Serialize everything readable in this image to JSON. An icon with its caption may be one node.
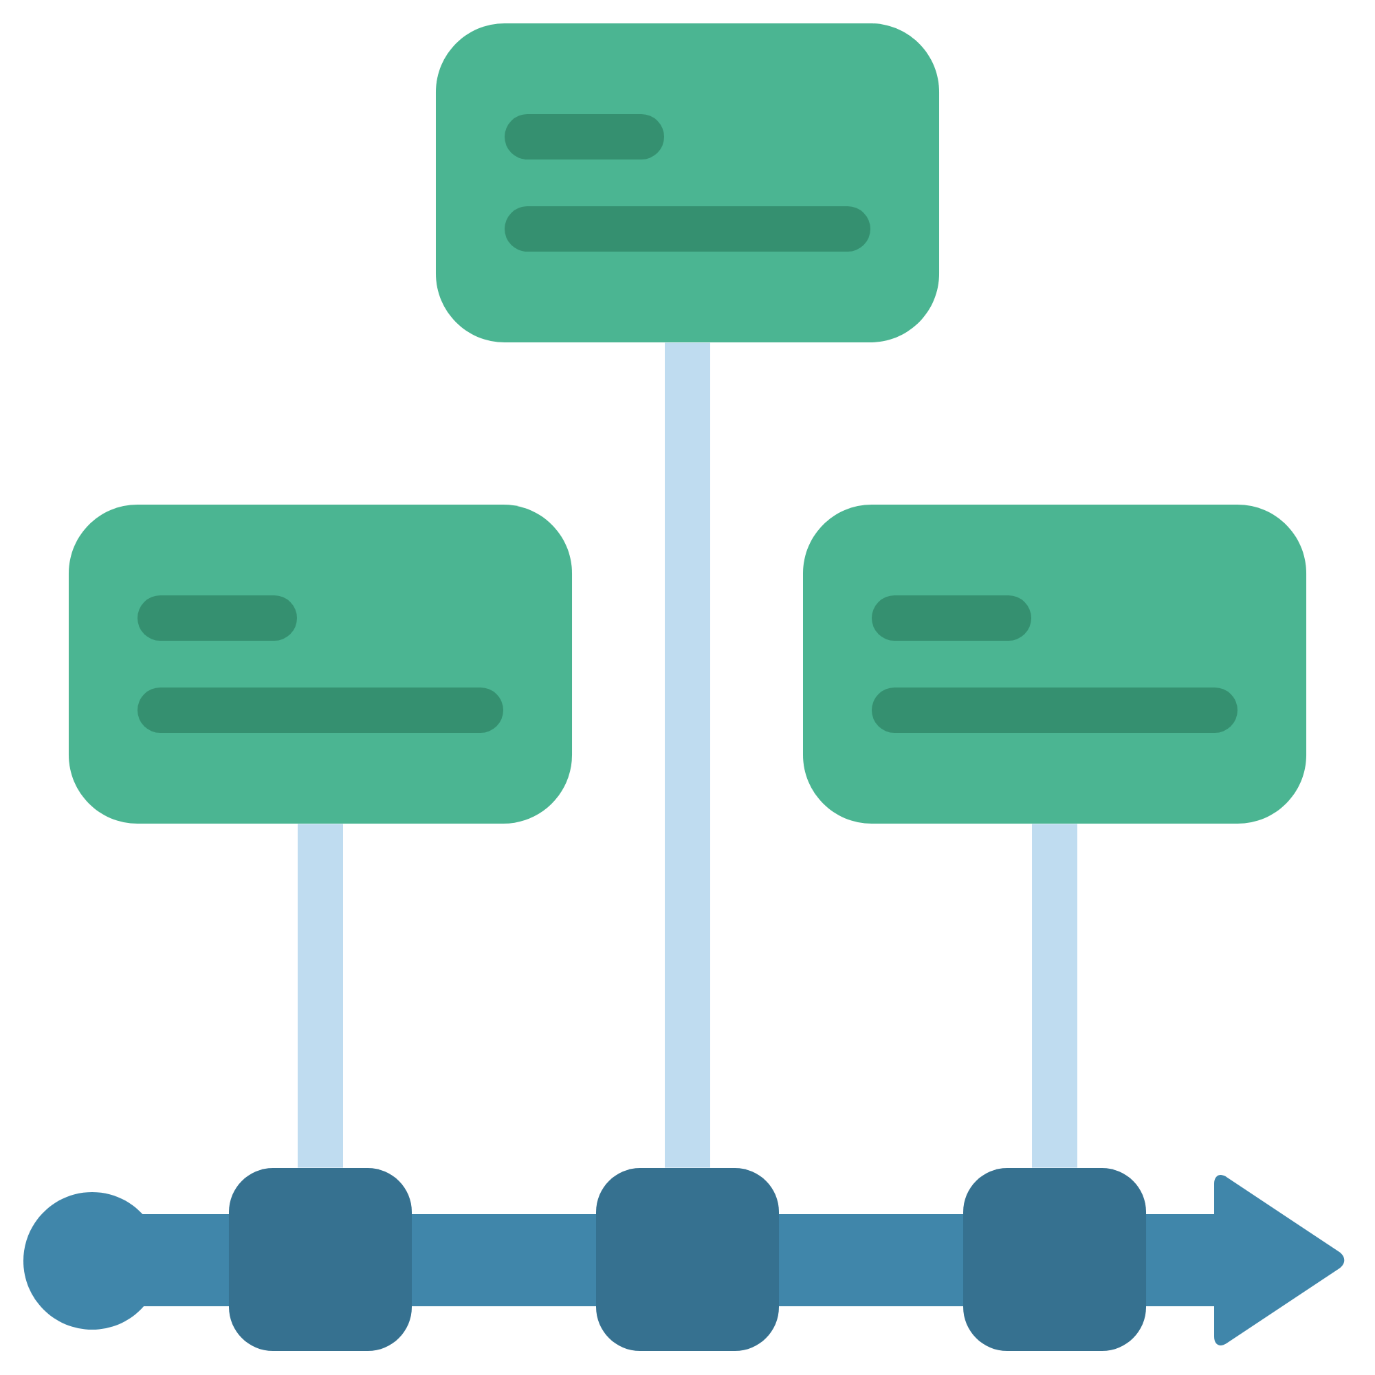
{
  "diagram": {
    "nodes": [
      {
        "text": [],
        "shape": "box"
      },
      {
        "text": [],
        "shape": "box"
      },
      {
        "text": [],
        "shape": "box"
      },
      {
        "text": [],
        "shape": "box"
      },
      {
        "text": [],
        "shape": "box"
      },
      {
        "text": [],
        "shape": "box"
      }
    ],
    "edges": [
      {
        "from": 0,
        "to": 3,
        "arrow": "none"
      },
      {
        "from": 1,
        "to": 4,
        "arrow": "none"
      },
      {
        "from": 2,
        "to": 5,
        "arrow": "none"
      }
    ]
  }
}
